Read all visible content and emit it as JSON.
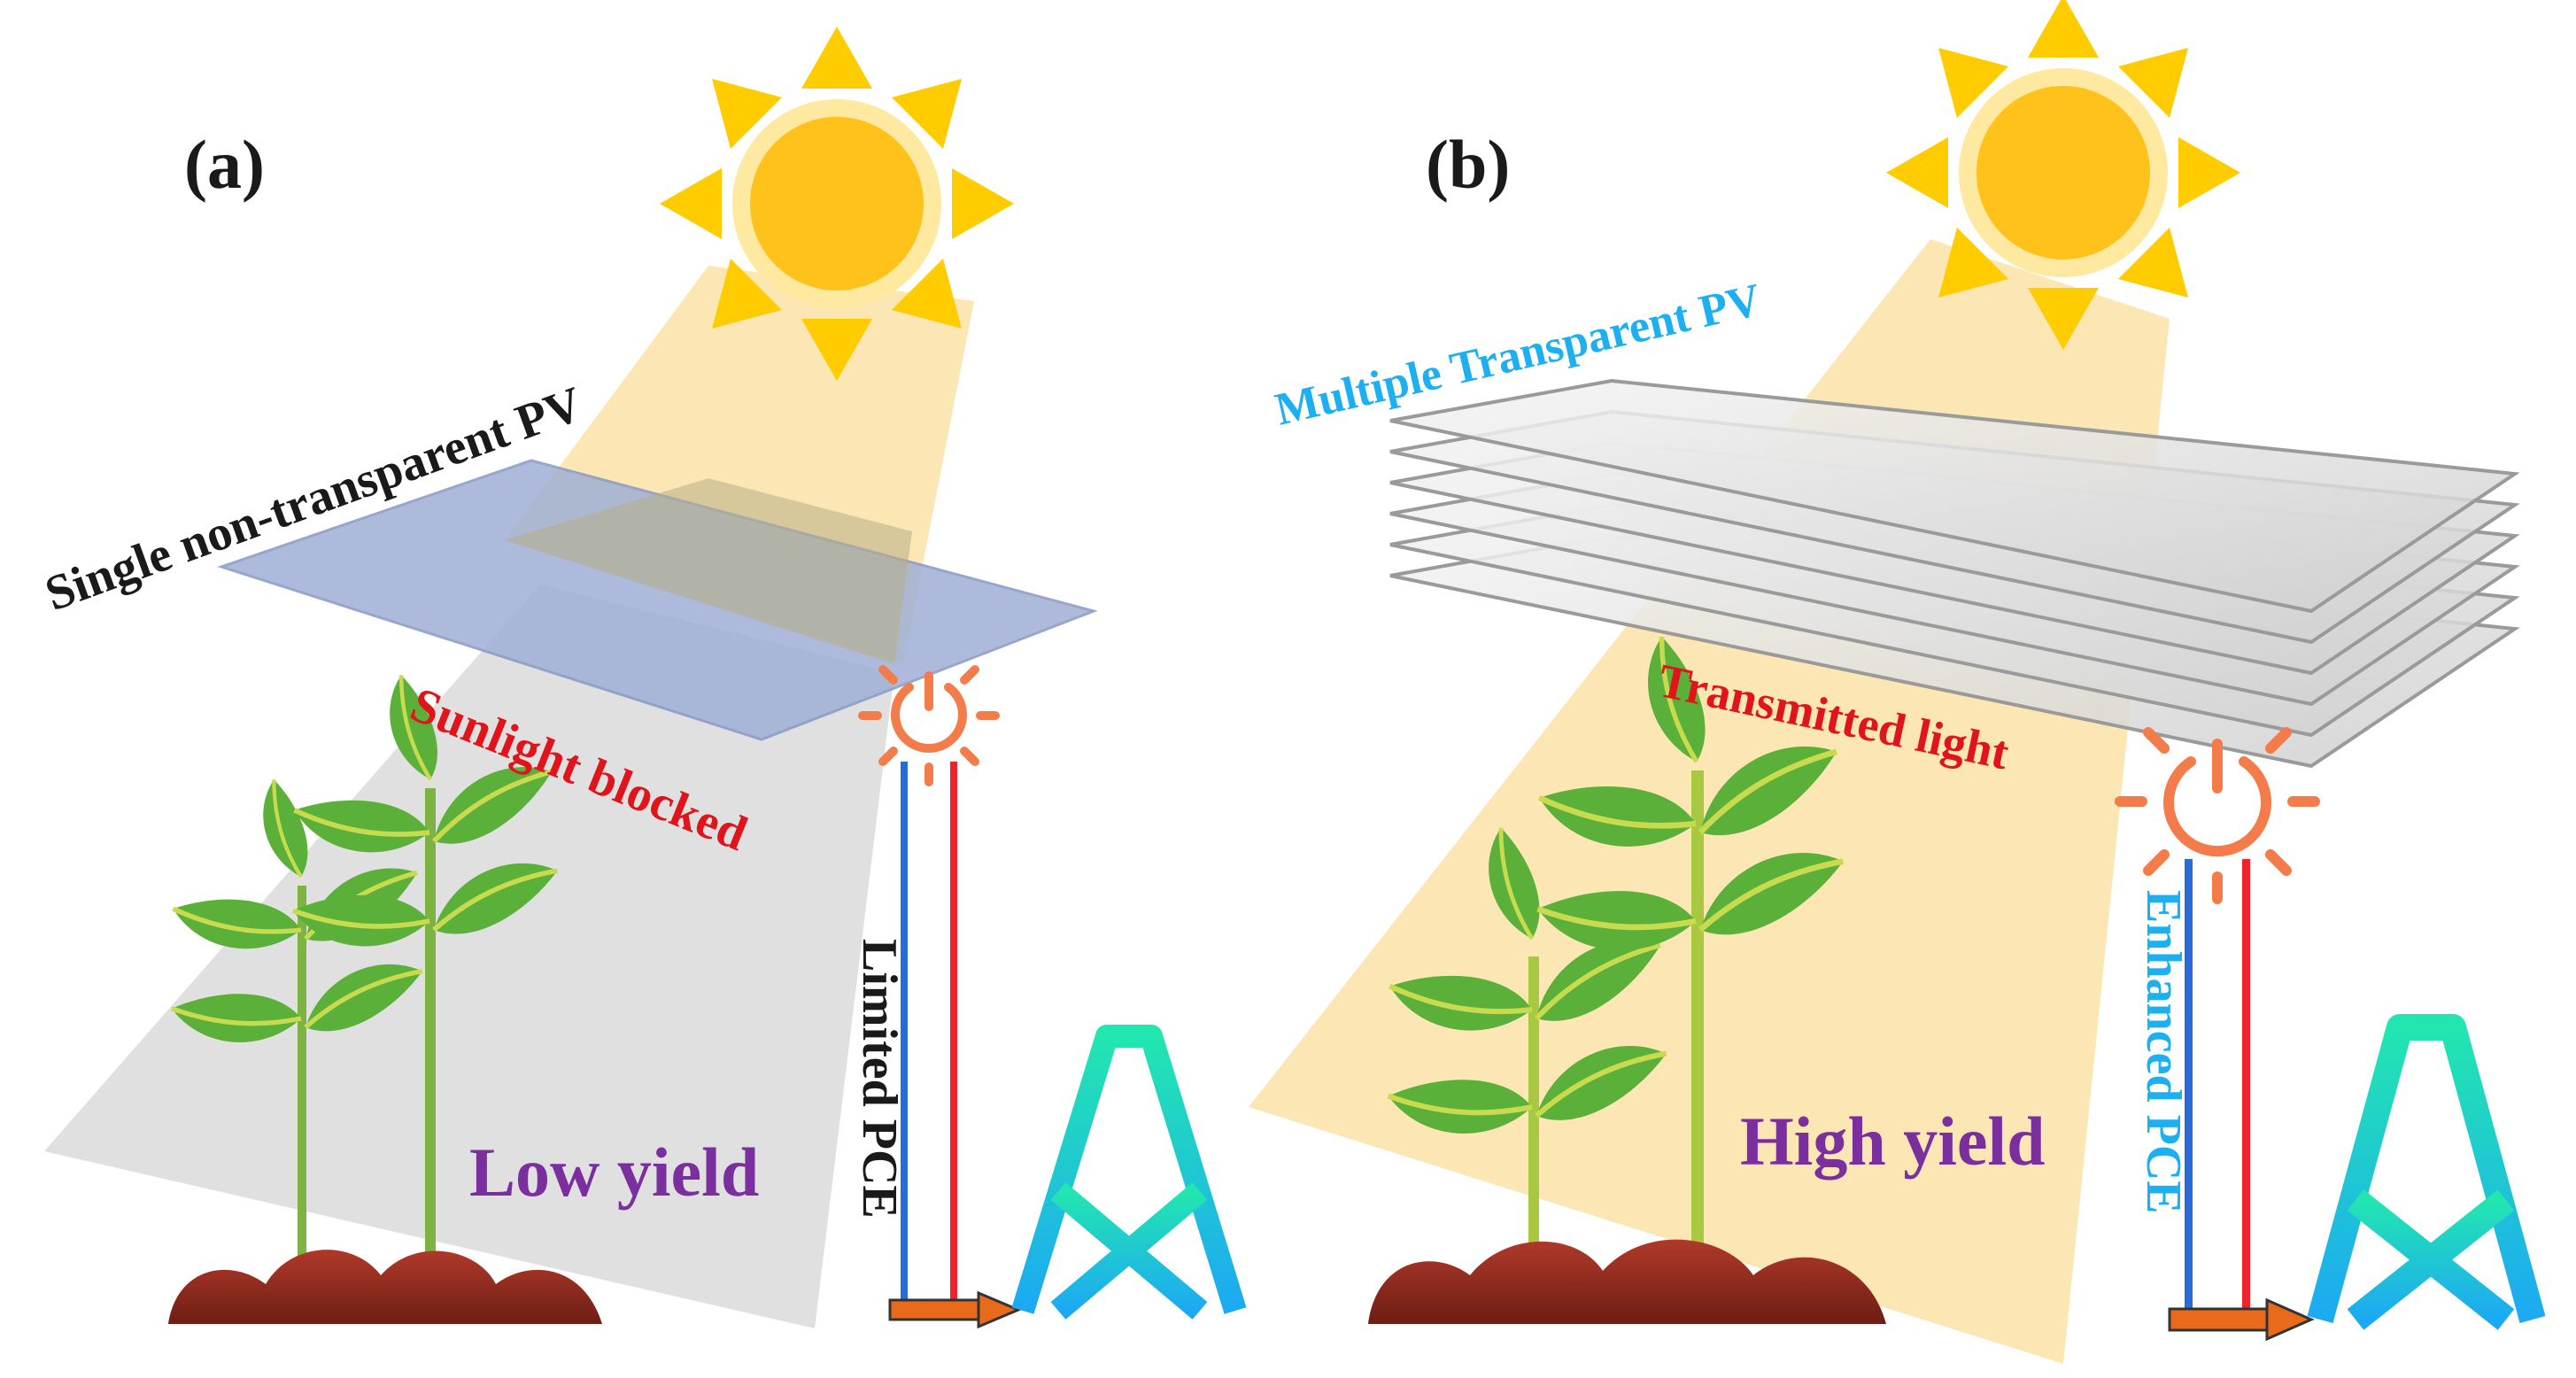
{
  "panel_a": {
    "label": "(a)",
    "pv_label": "Single non-transparent  PV",
    "blocked_label": "Sunlight blocked",
    "pce_label": "Limited PCE",
    "yield_label": "Low yield"
  },
  "panel_b": {
    "label": "(b)",
    "pv_label": "Multiple Transparent  PV",
    "transmitted_label": "Transmitted light",
    "pce_label": "Enhanced  PCE",
    "yield_label": "High yield"
  },
  "colors": {
    "sun": "#FFCC00",
    "sun_core": "#FFC21A",
    "panel_label": "#1a1a1a",
    "red_text": "#E0151B",
    "cyan_text": "#1CB0F0",
    "yield_text": "#7B2F9E",
    "pce_a_text": "#1a1a1a",
    "power_icon": "#F47C4A",
    "wire_blue": "#2A6BD8",
    "wire_red": "#F0232B",
    "arrow": "#E86A1A",
    "pylon_top": "#22E6B0",
    "pylon_bottom": "#1CA9F3"
  }
}
